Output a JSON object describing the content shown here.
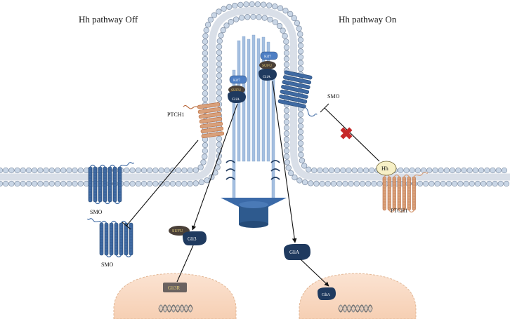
{
  "titles": {
    "off": "Hh pathway Off",
    "on": "Hh pathway On"
  },
  "labels": {
    "ptch1_left": "PTCH1",
    "ptch1_right": "PTCH1",
    "smo_membrane_left": "SMO",
    "smo_free_left": "SMO",
    "smo_cilium": "SMO",
    "hh": "Hh",
    "kif7_left": "Kif7",
    "sufu_left": "SUFU",
    "glia_left_complex": "GliA",
    "kif7_right": "Kif7",
    "sufu_right": "SUFU",
    "glia_right_complex": "GliA",
    "sufu_free": "SUFU",
    "gli3": "Gli3",
    "glia_free": "GliA",
    "gli3r_nucleus": "Gli3R",
    "glia_nucleus": "GliA"
  },
  "colors": {
    "bilayer_head": "#c9d6e6",
    "bilayer_stroke": "#7f8ea3",
    "smo": "#3f6aa3",
    "ptch1": "#b8683a",
    "cilium_axoneme": "#a4bfe0",
    "basal_body": "#2e5a8e",
    "complex_dark": "#1f3a5f",
    "sufu": "#4a4038",
    "kif7": "#4e7fc4",
    "hh_ligand": "#f7f0c6",
    "nucleus": "#f8d9c3",
    "inhibition_mark": "#c62828"
  },
  "icons": {
    "block": "red-cross-icon",
    "dna": "dna-helix-icon"
  }
}
